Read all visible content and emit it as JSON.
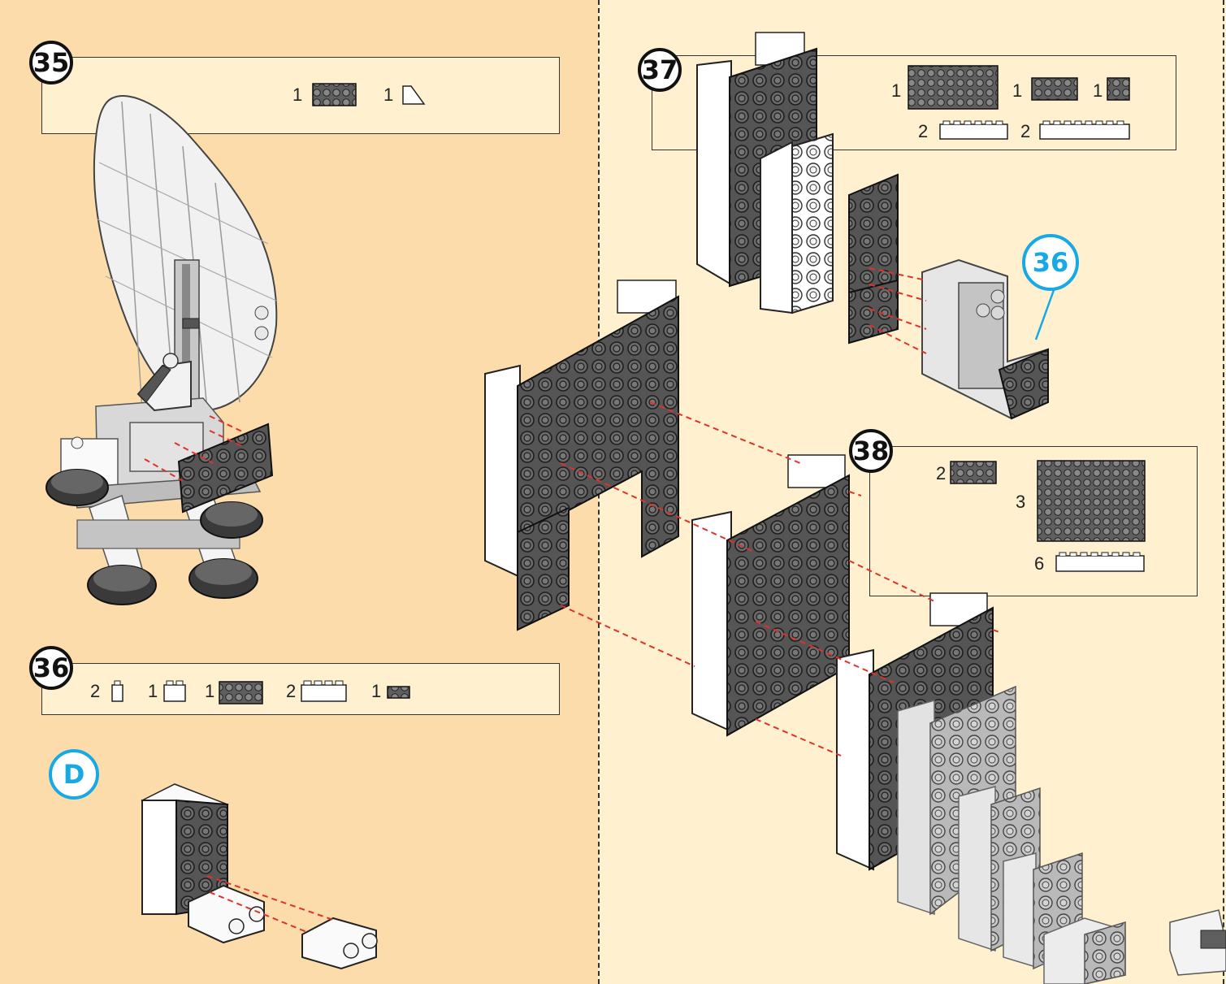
{
  "steps": {
    "s35": {
      "number": "35",
      "parts": [
        {
          "qty": "1",
          "icon": "plate-2x4-dark-icon"
        },
        {
          "qty": "1",
          "icon": "slope-brick-icon"
        }
      ]
    },
    "s36": {
      "number": "36",
      "parts": [
        {
          "qty": "2",
          "icon": "brick-1x1-icon"
        },
        {
          "qty": "1",
          "icon": "brick-1x2-icon"
        },
        {
          "qty": "1",
          "icon": "plate-2x4-dark-icon"
        },
        {
          "qty": "2",
          "icon": "brick-1x4-icon"
        },
        {
          "qty": "1",
          "icon": "plate-1x2-dark-icon"
        }
      ]
    },
    "s37": {
      "number": "37",
      "parts": [
        {
          "qty": "1",
          "icon": "plate-4x8-dark-icon"
        },
        {
          "qty": "1",
          "icon": "plate-2x4-dark-icon"
        },
        {
          "qty": "1",
          "icon": "plate-2x2-dark-icon"
        },
        {
          "qty": "2",
          "icon": "brick-1x6-icon"
        },
        {
          "qty": "2",
          "icon": "brick-1x8-icon"
        }
      ]
    },
    "s38": {
      "number": "38",
      "parts": [
        {
          "qty": "2",
          "icon": "plate-2x4-dark-icon"
        },
        {
          "qty": "3",
          "icon": "plate-6x8-dark-icon"
        },
        {
          "qty": "6",
          "icon": "brick-1x8-icon"
        }
      ]
    }
  },
  "callouts": {
    "sub_d": "D",
    "ref_36": "36"
  },
  "colors": {
    "left_bg": "#fbdcaa",
    "right_bg": "#fff0cf",
    "dark_plate": "#5f5f5f",
    "white_brick": "#ffffff",
    "accent_blue": "#17a9e6",
    "guide_red": "#e0312b"
  }
}
